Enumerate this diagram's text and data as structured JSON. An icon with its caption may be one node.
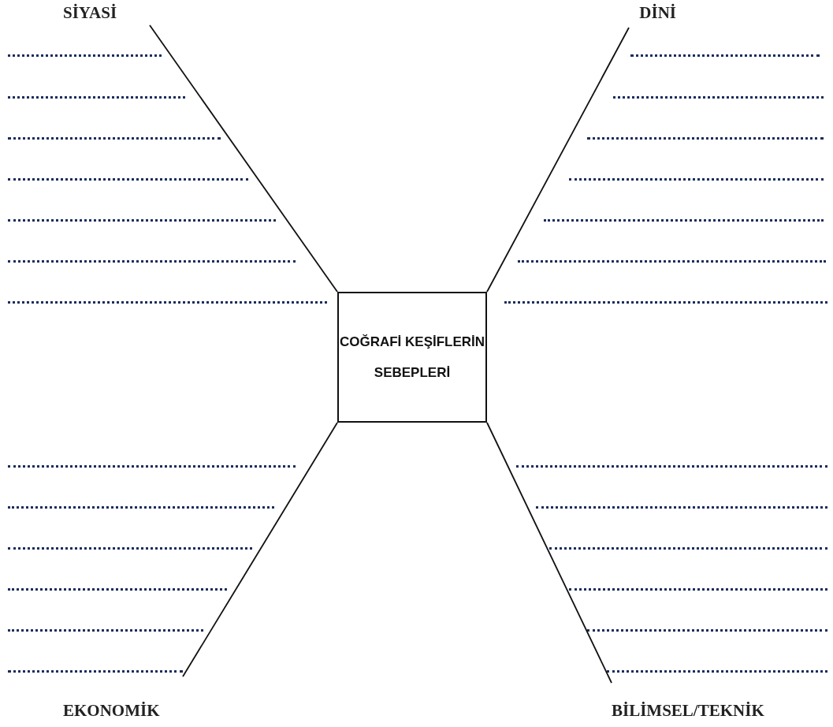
{
  "diagram": {
    "nodes": [
      {
        "text": [
          "SİYASİ"
        ]
      },
      {
        "text": [
          "DİNİ"
        ]
      },
      {
        "text": [
          "COĞRAFİ KEŞİFLERİN",
          "SEBEPLERİ"
        ]
      },
      {
        "text": [
          "EKONOMİK"
        ]
      },
      {
        "text": [
          "BİLİMSEL/TEKNİK"
        ]
      }
    ],
    "edges": [
      {
        "from": 0,
        "to": 2,
        "arrow": "none"
      },
      {
        "from": 1,
        "to": 2,
        "arrow": "none"
      },
      {
        "from": 3,
        "to": 2,
        "arrow": "none"
      },
      {
        "from": 4,
        "to": 2,
        "arrow": "none"
      }
    ]
  }
}
